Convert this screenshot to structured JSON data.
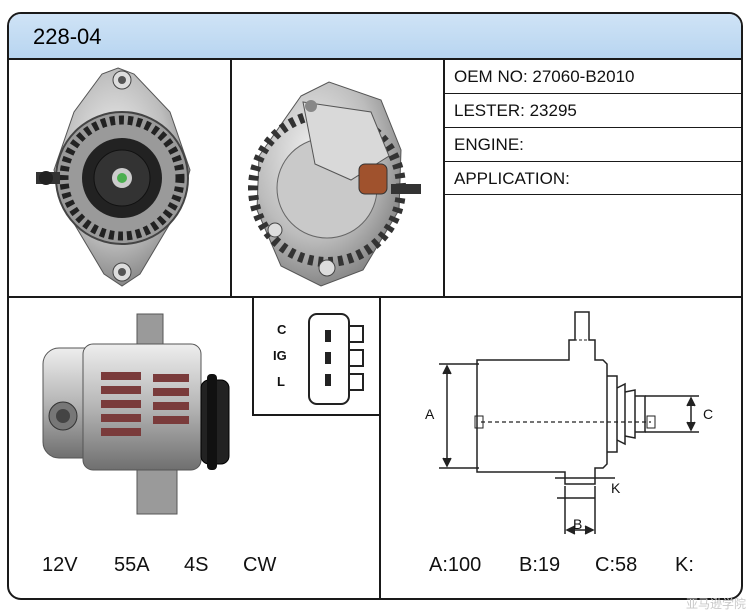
{
  "header": {
    "part_number": "228-04"
  },
  "specs": {
    "oem": "OEM NO: 27060-B2010",
    "lester": "LESTER: 23295",
    "engine": "ENGINE:",
    "application": "APPLICATION:"
  },
  "connector": {
    "pins": [
      "C",
      "IG",
      "L"
    ]
  },
  "electrical": {
    "voltage": "12V",
    "amperage": "55A",
    "pulley": "4S",
    "rotation": "CW"
  },
  "dimension_labels": {
    "a": "A",
    "b": "B",
    "c": "C",
    "k": "K"
  },
  "dimensions": {
    "a": "A:100",
    "b": "B:19",
    "c": "C:58",
    "k": "K:"
  },
  "watermark": "亚马逊学院"
}
